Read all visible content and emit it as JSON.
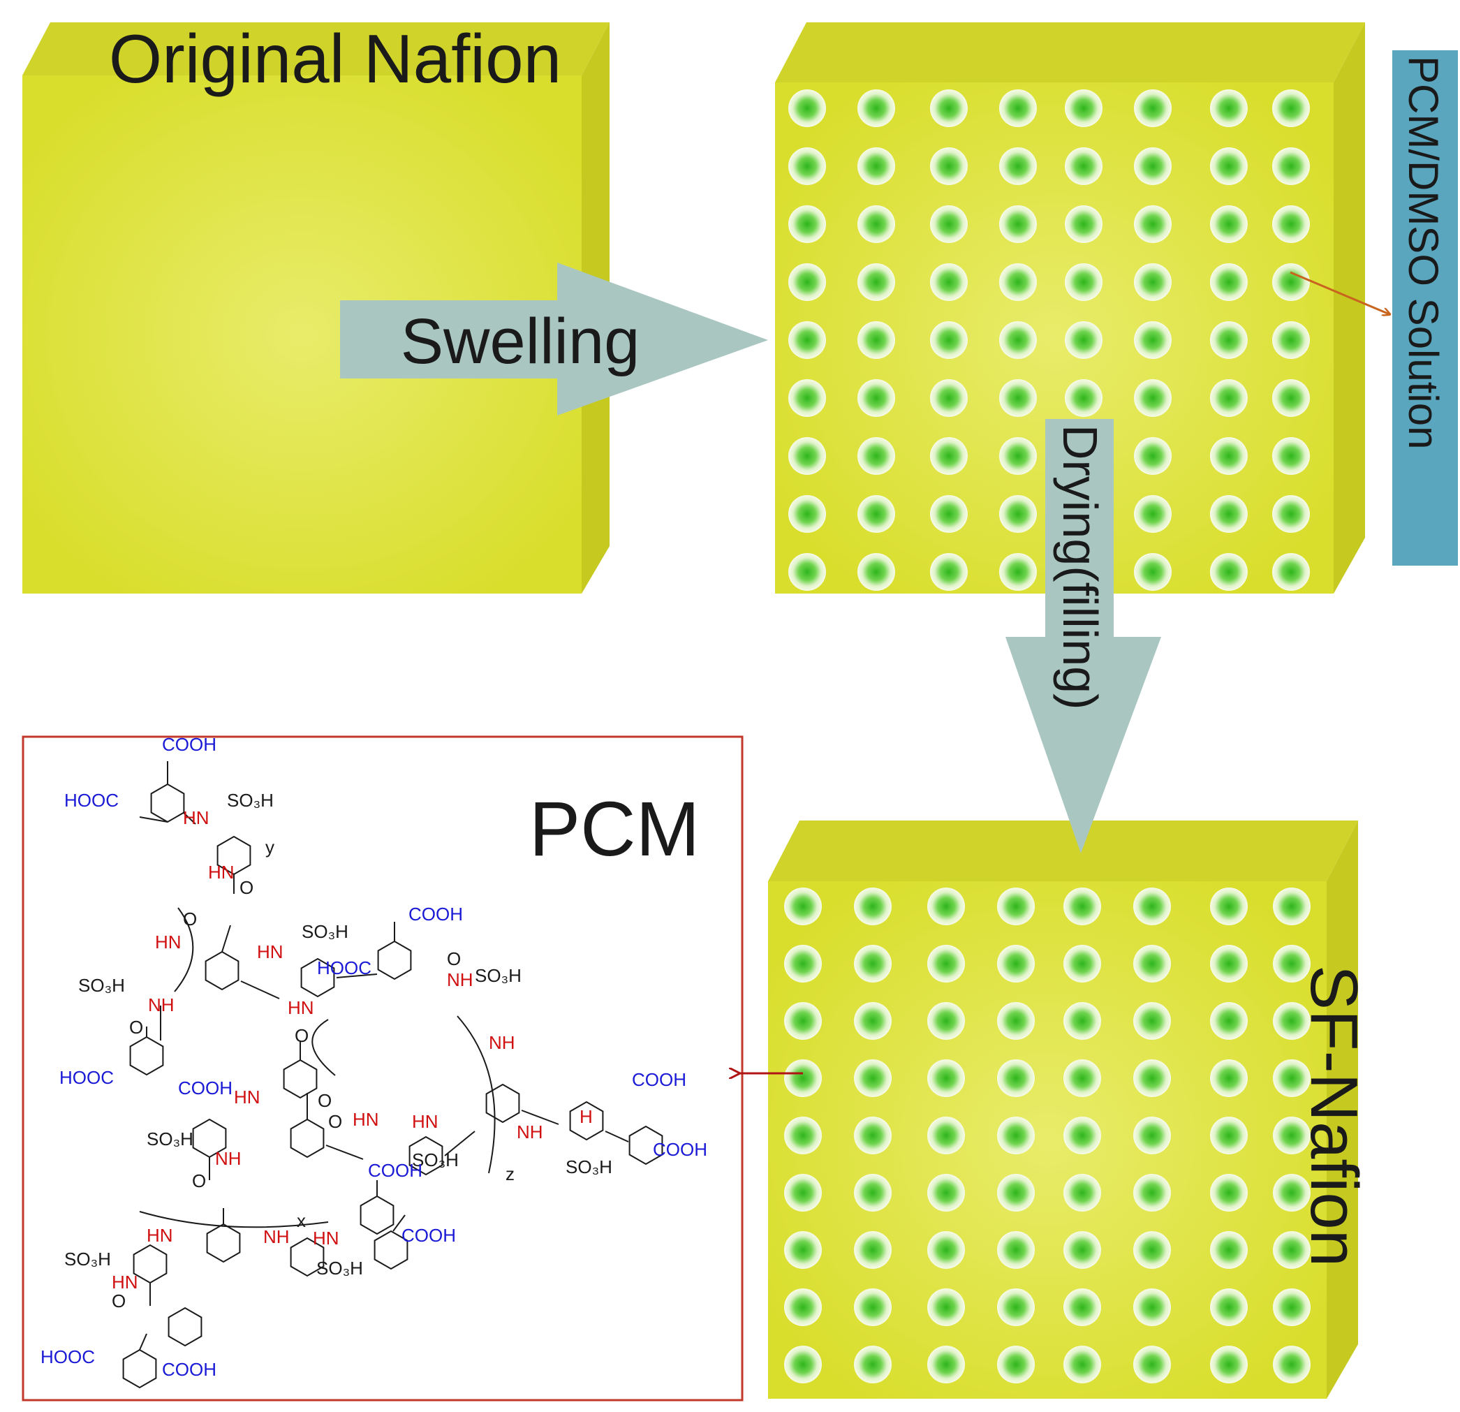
{
  "labels": {
    "original_nafion": "Original Nafion",
    "swelling": "Swelling",
    "pcm_dmso_solution": "PCM/DMSO Solution",
    "drying_filling": "Drying(filling)",
    "sf_nafion": "SF-Nafion",
    "pcm": "PCM"
  },
  "chemistry": {
    "cooh": "COOH",
    "hooc": "HOOC",
    "so3h": "SO₃H",
    "hn": "HN",
    "nh": "NH",
    "h": "H",
    "o": "O",
    "x": "x",
    "y": "y",
    "z": "z"
  },
  "colors": {
    "membrane_face": "#dde330",
    "membrane_side": "#c9cc1f",
    "membrane_top": "#d2d62a",
    "pore": "#45c828",
    "arrow": "#a9c6c1",
    "solution_label_bg": "#5aa6be",
    "pcm_frame": "#c0392b",
    "acid_blue": "#1a1ad6",
    "amide_red": "#d01010",
    "pointer_orange": "#c8641e",
    "pointer_red": "#b01515"
  },
  "pore_grid": {
    "rows": 9,
    "cols": 8
  }
}
